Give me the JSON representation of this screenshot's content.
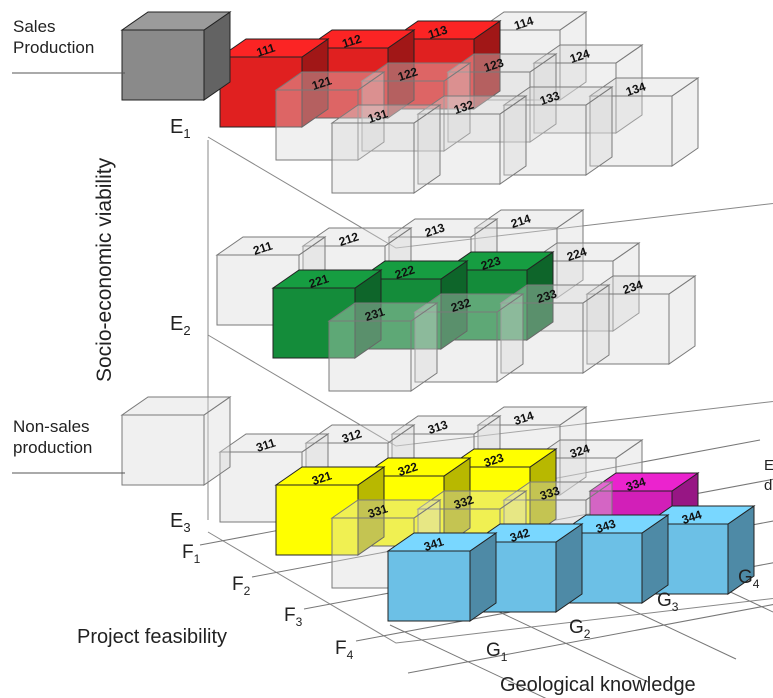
{
  "labels": {
    "sales_production": [
      "Sales",
      "Production"
    ],
    "non_sales_production": [
      "Non-sales",
      "production"
    ],
    "y_axis": "Socio-economic viability",
    "project_feasibility": "Project feasibility",
    "geological_knowledge": "Geological knowledge",
    "cutoff": [
      "E",
      "d"
    ]
  },
  "axis_labels": {
    "E": [
      {
        "base": "E",
        "sub": "1"
      },
      {
        "base": "E",
        "sub": "2"
      },
      {
        "base": "E",
        "sub": "3"
      }
    ],
    "F": [
      {
        "base": "F",
        "sub": "1"
      },
      {
        "base": "F",
        "sub": "2"
      },
      {
        "base": "F",
        "sub": "3"
      },
      {
        "base": "F",
        "sub": "4"
      }
    ],
    "G": [
      {
        "base": "G",
        "sub": "1"
      },
      {
        "base": "G",
        "sub": "2"
      },
      {
        "base": "G",
        "sub": "3"
      },
      {
        "base": "G",
        "sub": "4"
      }
    ]
  },
  "colors": {
    "red": "#e02020",
    "green": "#148c3a",
    "yellow": "#ffff00",
    "blue": "#6cc0e6",
    "magenta": "#d21fb8",
    "gray_solid": "#8a8a8a",
    "ghost": "#d8d8d8"
  },
  "cubes": [
    {
      "code": "111",
      "style": "red"
    },
    {
      "code": "112",
      "style": "red"
    },
    {
      "code": "113",
      "style": "red"
    },
    {
      "code": "114",
      "style": "ghost"
    },
    {
      "code": "121",
      "style": "ghost"
    },
    {
      "code": "122",
      "style": "ghost"
    },
    {
      "code": "123",
      "style": "ghost"
    },
    {
      "code": "124",
      "style": "ghost"
    },
    {
      "code": "131",
      "style": "ghost"
    },
    {
      "code": "132",
      "style": "ghost"
    },
    {
      "code": "133",
      "style": "ghost"
    },
    {
      "code": "134",
      "style": "ghost"
    },
    {
      "code": "211",
      "style": "ghost"
    },
    {
      "code": "212",
      "style": "ghost"
    },
    {
      "code": "213",
      "style": "ghost"
    },
    {
      "code": "214",
      "style": "ghost"
    },
    {
      "code": "221",
      "style": "green"
    },
    {
      "code": "222",
      "style": "green"
    },
    {
      "code": "223",
      "style": "green"
    },
    {
      "code": "224",
      "style": "ghost"
    },
    {
      "code": "231",
      "style": "ghost"
    },
    {
      "code": "232",
      "style": "ghost"
    },
    {
      "code": "233",
      "style": "ghost"
    },
    {
      "code": "234",
      "style": "ghost"
    },
    {
      "code": "311",
      "style": "ghost"
    },
    {
      "code": "312",
      "style": "ghost"
    },
    {
      "code": "313",
      "style": "ghost"
    },
    {
      "code": "314",
      "style": "ghost"
    },
    {
      "code": "321",
      "style": "yellow"
    },
    {
      "code": "322",
      "style": "yellow"
    },
    {
      "code": "323",
      "style": "yellow"
    },
    {
      "code": "324",
      "style": "ghost"
    },
    {
      "code": "331",
      "style": "ghost"
    },
    {
      "code": "332",
      "style": "ghost"
    },
    {
      "code": "333",
      "style": "ghost"
    },
    {
      "code": "334",
      "style": "magenta"
    },
    {
      "code": "341",
      "style": "blue"
    },
    {
      "code": "342",
      "style": "blue"
    },
    {
      "code": "343",
      "style": "blue"
    },
    {
      "code": "344",
      "style": "blue"
    }
  ]
}
